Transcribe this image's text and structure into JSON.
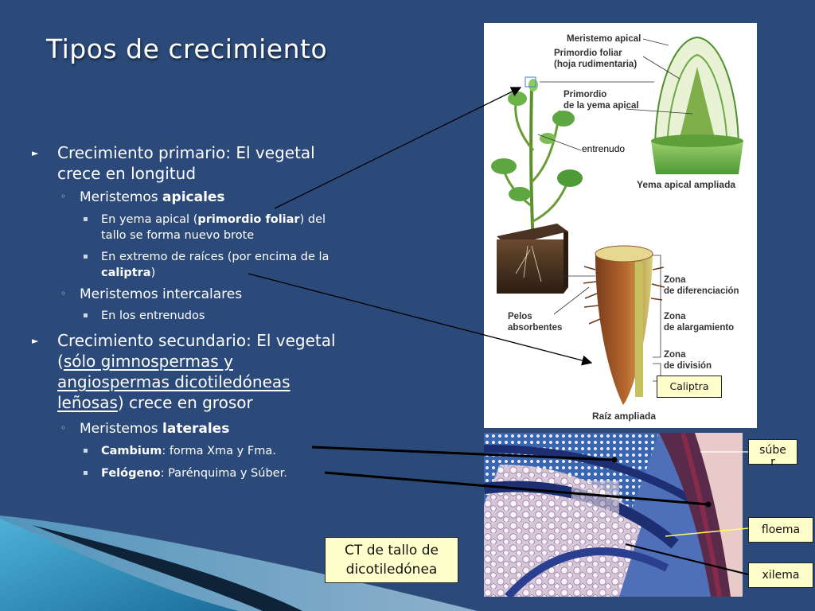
{
  "slide": {
    "title": "Tipos de crecimiento"
  },
  "bullets": {
    "primario_1": "Crecimiento primario: El vegetal",
    "primario_2": "crece en longitud",
    "apicales_pre": "Meristemos ",
    "apicales_bold": "apicales",
    "yema_1a": "En yema apical (",
    "yema_1b": "primordio foliar",
    "yema_1c": ") del",
    "yema_2": "tallo se forma nuevo brote",
    "raices_1": "En extremo de raíces (por encima de la",
    "raices_2b": "caliptra",
    "raices_2c": ")",
    "intercalares": "Meristemos intercalares",
    "entrenudos": "En los entrenudos",
    "secundario_1": "Crecimiento secundario: El vegetal",
    "secundario_2a": "(",
    "secundario_2b": "sólo gimnospermas y",
    "secundario_3": "angiospermas dicotiledóneas",
    "secundario_4a": "leñosas",
    "secundario_4b": ") crece en grosor",
    "laterales_pre": "Meristemos ",
    "laterales_bold": "laterales",
    "cambium_b": "Cambium",
    "cambium_t": ": forma Xma y Fma.",
    "felogeno_b": "Felógeno",
    "felogeno_t": ": Parénquima y Súber",
    "felogeno_dot": "."
  },
  "diagram": {
    "meristemo_apical": "Meristemo apical",
    "primordio_foliar": "Primordio foliar",
    "hoja_rudimentaria": "(hoja rudimentaria)",
    "primordio": "Primordio",
    "de_la_yema": "de la yema apical",
    "yema_ampliada": "Yema apical ampliada",
    "entrenudo": "entrenudo",
    "zona": "Zona",
    "de_diferenciacion": "de diferenciación",
    "de_alargamiento": "de alargamiento",
    "de_division": "de división",
    "pelos": "Pelos",
    "absorbentes": "absorbentes",
    "caliptra": "Caliptra",
    "raiz_ampliada": "Raíz ampliada"
  },
  "micrograph": {
    "suber_1": "súbe",
    "suber_2": "r",
    "floema": "floema",
    "xilema": "xilema",
    "ct_1": "CT de tallo de",
    "ct_2": "dicotiledónea"
  },
  "colors": {
    "background": "#2b4a7a",
    "box_fill": "#ffffcc",
    "bullet_arrow": "#ffffff",
    "lignified_blue": "#2f5fa8"
  }
}
